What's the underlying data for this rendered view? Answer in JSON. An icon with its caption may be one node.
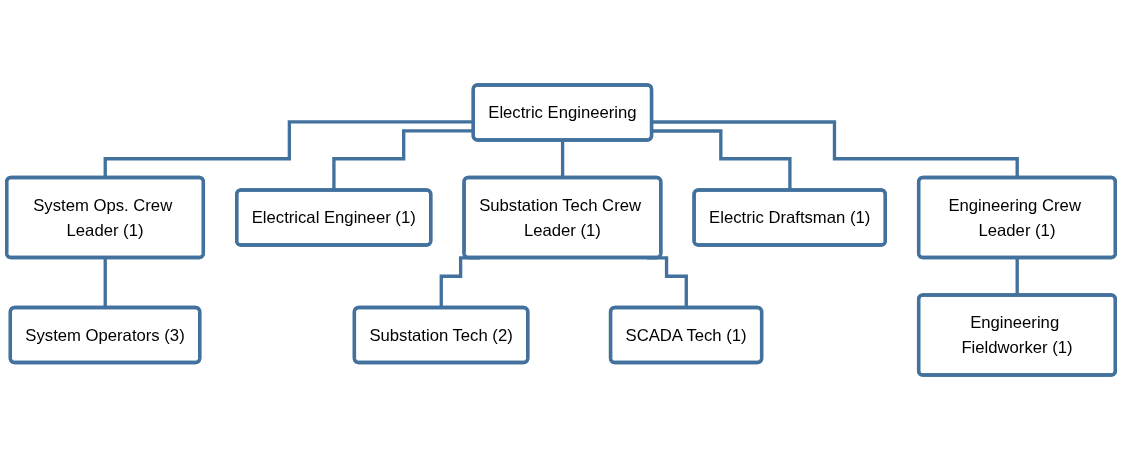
{
  "diagram": {
    "nodes": [
      {
        "text": [
          "Electric Engineering"
        ]
      },
      {
        "text": [
          "System Ops. Crew Leader (1)"
        ]
      },
      {
        "text": [
          "Electrical Engineer (1)"
        ]
      },
      {
        "text": [
          "Substation Tech Crew Leader (1)"
        ]
      },
      {
        "text": [
          "Electric Draftsman (1)"
        ]
      },
      {
        "text": [
          "Engineering Crew Leader (1)"
        ]
      },
      {
        "text": [
          "System Operators (3)"
        ]
      },
      {
        "text": [
          "Substation Tech (2)"
        ]
      },
      {
        "text": [
          "SCADA Tech (1)"
        ]
      },
      {
        "text": [
          "Engineering Fieldworker (1)"
        ]
      }
    ],
    "edges": [
      {
        "from": 0,
        "to": 1,
        "arrow": "none"
      },
      {
        "from": 0,
        "to": 2,
        "arrow": "none"
      },
      {
        "from": 0,
        "to": 3,
        "arrow": "none"
      },
      {
        "from": 0,
        "to": 4,
        "arrow": "none"
      },
      {
        "from": 0,
        "to": 5,
        "arrow": "none"
      },
      {
        "from": 1,
        "to": 6,
        "arrow": "none"
      },
      {
        "from": 3,
        "to": 7,
        "arrow": "none"
      },
      {
        "from": 3,
        "to": 8,
        "arrow": "none"
      },
      {
        "from": 5,
        "to": 9,
        "arrow": "none"
      }
    ]
  }
}
